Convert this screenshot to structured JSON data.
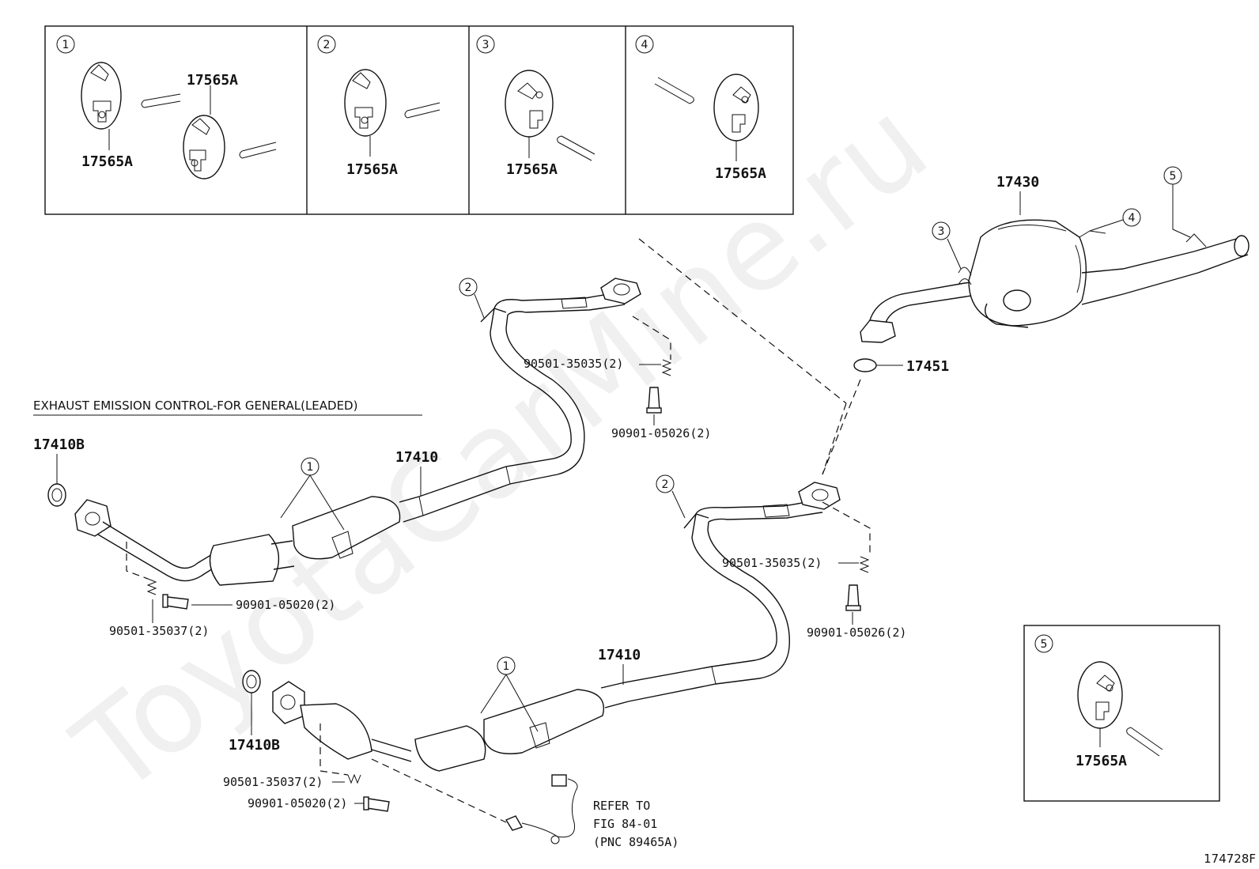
{
  "watermark": "ToyotaCarMine.ru",
  "figure_code": "174728F",
  "section_title": "EXHAUST EMISSION CONTROL-FOR GENERAL(LEADED)",
  "inset_boxes": [
    {
      "number": "1",
      "labels": [
        "17565A",
        "17565A"
      ]
    },
    {
      "number": "2",
      "labels": [
        "17565A"
      ]
    },
    {
      "number": "3",
      "labels": [
        "17565A"
      ]
    },
    {
      "number": "4",
      "labels": [
        "17565A"
      ]
    },
    {
      "number": "5",
      "labels": [
        "17565A"
      ]
    }
  ],
  "callouts": {
    "c1_upper": "1",
    "c1_lower": "1",
    "c2_upper": "2",
    "c2_lower": "2",
    "c3": "3",
    "c4": "4",
    "c5": "5"
  },
  "parts": {
    "p17430": "17430",
    "p17451": "17451",
    "p17410_upper": "17410",
    "p17410_lower": "17410",
    "p17410b_upper": "17410B",
    "p17410b_lower": "17410B",
    "spring_upper": "90501-35035(2)",
    "bolt_upper": "90901-05026(2)",
    "spring_mid": "90501-35035(2)",
    "bolt_mid": "90901-05026(2)",
    "bolt_left": "90901-05020(2)",
    "spring_left": "90501-35037(2)",
    "spring_lower": "90501-35037(2)",
    "bolt_lower": "90901-05020(2)"
  },
  "reference_note": [
    "REFER TO",
    "FIG 84-01",
    "(PNC 89465A)"
  ]
}
